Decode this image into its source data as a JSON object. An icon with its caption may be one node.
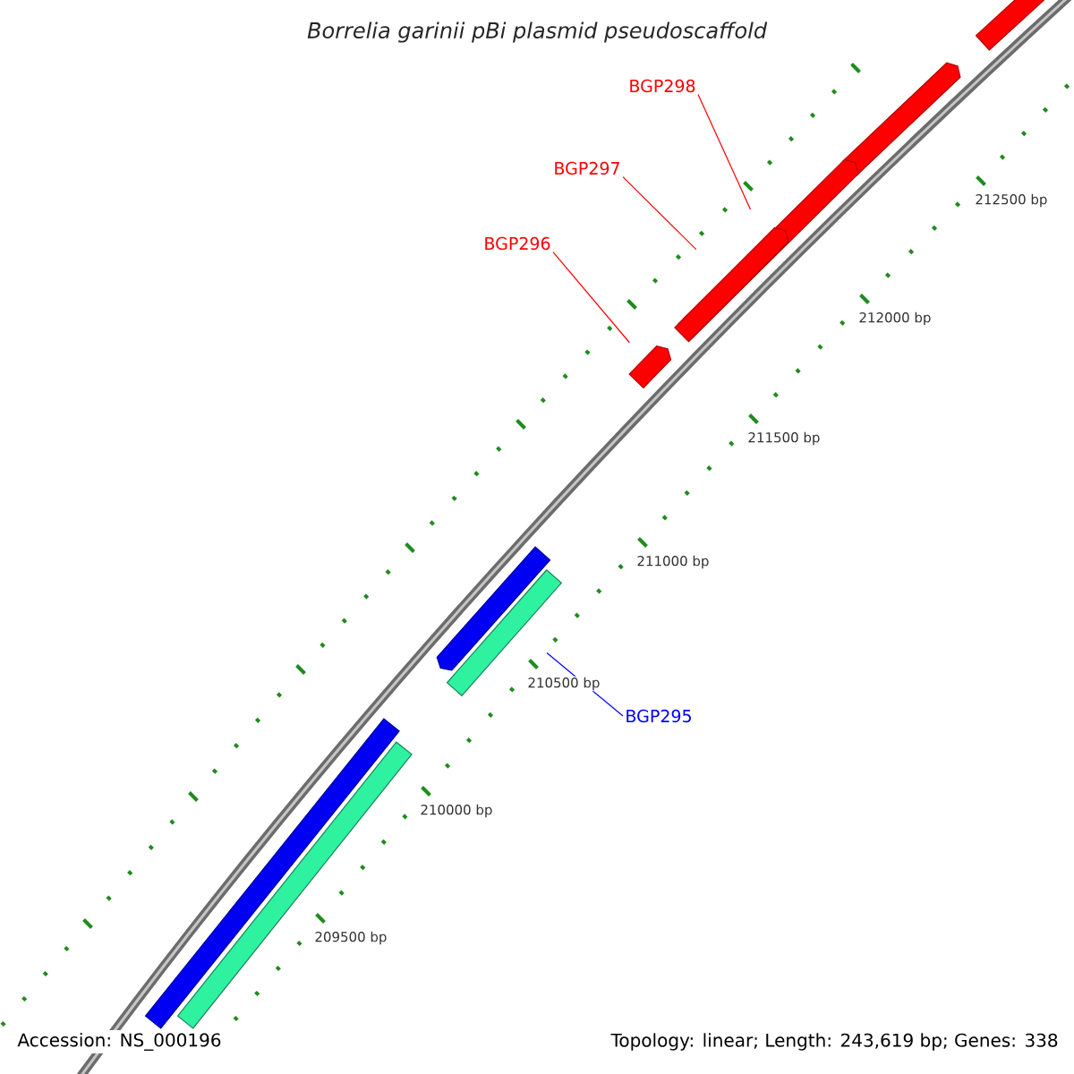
{
  "diagram": {
    "title": "Borrelia garinii pBi plasmid pseudoscaffold",
    "nodes": [
      {
        "text": [],
        "shape": "arrow"
      },
      {
        "text": [],
        "shape": "arrow"
      },
      {
        "text": [
          "BGP298"
        ]
      },
      {
        "text": [
          "BGP297"
        ]
      },
      {
        "text": [
          "BGP296"
        ]
      },
      {
        "text": [],
        "shape": "arrow"
      },
      {
        "text": [],
        "shape": "arrow",
        "in": 5
      },
      {
        "text": [],
        "shape": "arrow"
      },
      {
        "text": [],
        "shape": "arrow"
      },
      {
        "text": [],
        "shape": "bar"
      },
      {
        "text": [
          "BGP295"
        ]
      },
      {
        "text": [],
        "shape": "bar"
      },
      {
        "text": [],
        "shape": "bar"
      }
    ],
    "edges": [
      {
        "from": 2,
        "to": 5,
        "arrow": "none"
      },
      {
        "from": 3,
        "to": 6,
        "arrow": "none"
      },
      {
        "from": 4,
        "to": 7,
        "arrow": "none"
      },
      {
        "from": 10,
        "to": 8,
        "arrow": "none",
        "color": "#0000ff"
      }
    ],
    "labels": [
      "212500 bp",
      "212000 bp",
      "211500 bp",
      "211000 bp",
      "210500 bp",
      "210000 bp",
      "209500 bp",
      "Accession: NS_000196",
      "Topology: linear; Length: 243,619 bp; Genes: 338"
    ]
  }
}
